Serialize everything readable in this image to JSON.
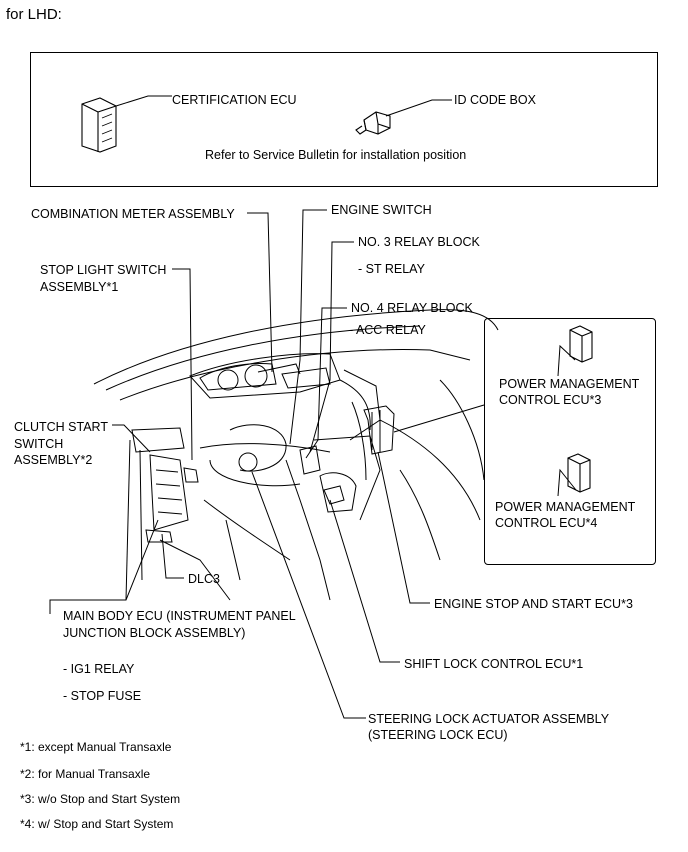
{
  "header": "for LHD:",
  "top_box": {
    "certification_ecu": "CERTIFICATION ECU",
    "id_code_box": "ID CODE BOX",
    "note": "Refer to Service Bulletin for installation position"
  },
  "labels": {
    "combination_meter": "COMBINATION METER ASSEMBLY",
    "engine_switch": "ENGINE SWITCH",
    "relay_block_3": "NO. 3 RELAY BLOCK",
    "st_relay": "- ST RELAY",
    "relay_block_4": "NO. 4 RELAY BLOCK",
    "acc_relay": "- ACC RELAY",
    "stop_light_1": "STOP LIGHT SWITCH",
    "stop_light_2": "ASSEMBLY*1",
    "clutch_1": "CLUTCH START",
    "clutch_2": "SWITCH",
    "clutch_3": "ASSEMBLY*2",
    "pm_ecu3_1": "POWER MANAGEMENT",
    "pm_ecu3_2": "CONTROL ECU*3",
    "pm_ecu4_1": "POWER MANAGEMENT",
    "pm_ecu4_2": "CONTROL ECU*4",
    "dlc3": "DLC3",
    "engine_stop_start": "ENGINE STOP AND START ECU*3",
    "main_body_1": "MAIN BODY ECU (INSTRUMENT PANEL",
    "main_body_2": "JUNCTION BLOCK ASSEMBLY)",
    "ig1_relay": "- IG1 RELAY",
    "stop_fuse": "- STOP FUSE",
    "shift_lock": "SHIFT LOCK CONTROL ECU*1",
    "steering_1": "STEERING LOCK ACTUATOR ASSEMBLY",
    "steering_2": "(STEERING LOCK ECU)"
  },
  "footnotes": [
    "*1: except Manual Transaxle",
    "*2: for Manual Transaxle",
    "*3: w/o Stop and Start System",
    "*4: w/ Stop and Start System"
  ]
}
